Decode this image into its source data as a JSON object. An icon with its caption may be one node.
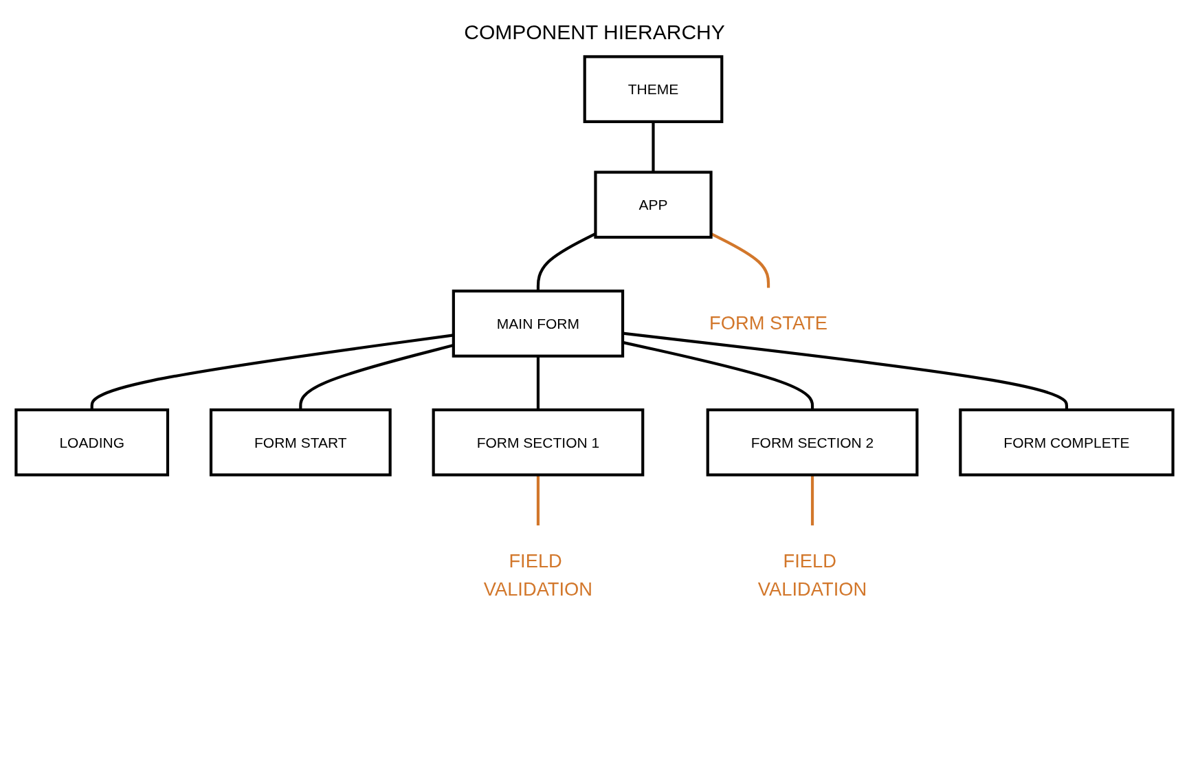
{
  "diagram": {
    "title": "COMPONENT HIERARCHY",
    "nodes": [
      {
        "text": [
          "THEME"
        ]
      },
      {
        "text": [
          "APP"
        ]
      },
      {
        "text": [
          "MAIN FORM"
        ]
      },
      {
        "text": [
          "LOADING"
        ]
      },
      {
        "text": [
          "FORM START"
        ]
      },
      {
        "text": [
          "FORM SECTION 1"
        ]
      },
      {
        "text": [
          "FORM SECTION 2"
        ]
      },
      {
        "text": [
          "FORM COMPLETE"
        ]
      },
      {
        "text": [
          "FORM STATE"
        ]
      },
      {
        "text": [
          "FIELD VALIDATION"
        ]
      },
      {
        "text": [
          "FIELD VALIDATION"
        ]
      }
    ],
    "edges": [
      {
        "from": 0,
        "to": 1,
        "arrow": "none"
      },
      {
        "from": 1,
        "to": 2,
        "arrow": "none"
      },
      {
        "from": 2,
        "to": 3,
        "arrow": "none"
      },
      {
        "from": 2,
        "to": 4,
        "arrow": "none"
      },
      {
        "from": 2,
        "to": 5,
        "arrow": "none"
      },
      {
        "from": 2,
        "to": 6,
        "arrow": "none"
      },
      {
        "from": 2,
        "to": 7,
        "arrow": "none"
      },
      {
        "from": 1,
        "to": 8,
        "arrow": "none",
        "color": "#d2772b"
      },
      {
        "from": 5,
        "to": 9,
        "arrow": "none",
        "color": "#d2772b"
      },
      {
        "from": 6,
        "to": 10,
        "arrow": "none",
        "color": "#d2772b"
      }
    ]
  }
}
